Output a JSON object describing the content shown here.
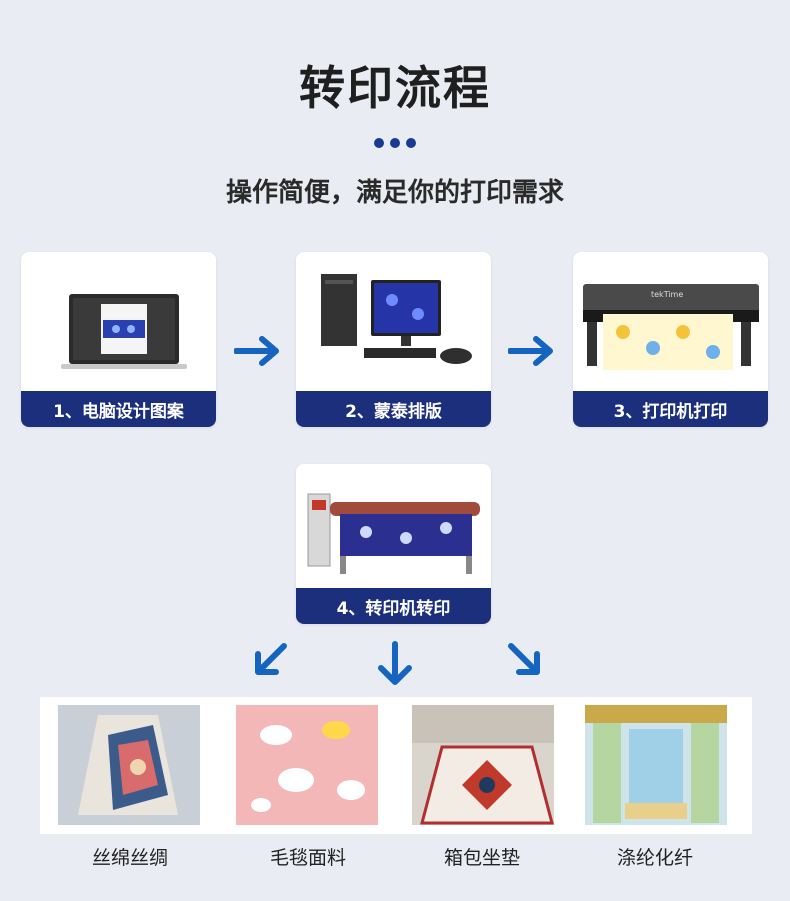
{
  "header": {
    "title": "转印流程",
    "subtitle": "操作简便，满足你的打印需求"
  },
  "steps": [
    {
      "label": "1、电脑设计图案",
      "icon": "laptop-icon"
    },
    {
      "label": "2、蒙泰排版",
      "icon": "desktop-computer-icon"
    },
    {
      "label": "3、打印机打印",
      "icon": "printer-icon"
    },
    {
      "label": "4、转印机转印",
      "icon": "heat-press-icon"
    }
  ],
  "printer_brand": "tekTime",
  "products": [
    {
      "label": "丝绵丝绸"
    },
    {
      "label": "毛毯面料"
    },
    {
      "label": "箱包坐垫"
    },
    {
      "label": "涤纶化纤"
    }
  ],
  "colors": {
    "accent": "#1b2f7d",
    "arrow": "#1565c0",
    "background": "#e9edf3"
  }
}
